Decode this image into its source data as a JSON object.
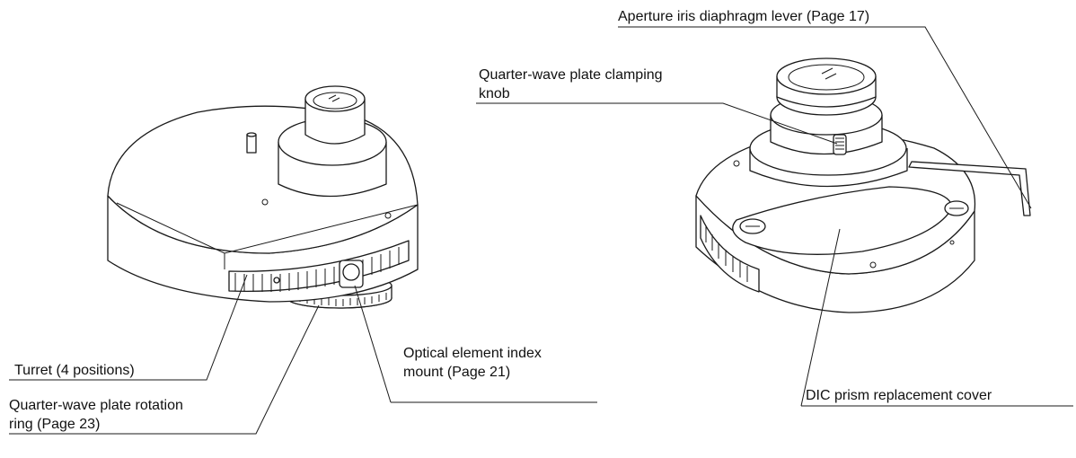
{
  "labels": {
    "turret": "Turret (4 positions)",
    "qw_rotation_line1": "Quarter-wave plate rotation",
    "qw_rotation_line2": "ring (Page 23)",
    "optical_index_line1": "Optical element index",
    "optical_index_line2": "mount (Page 21)",
    "aperture_lever": "Aperture iris diaphragm lever (Page 17)",
    "qw_clamp_line1": "Quarter-wave plate clamping",
    "qw_clamp_line2": "knob",
    "dic_cover": "DIC prism replacement cover"
  }
}
